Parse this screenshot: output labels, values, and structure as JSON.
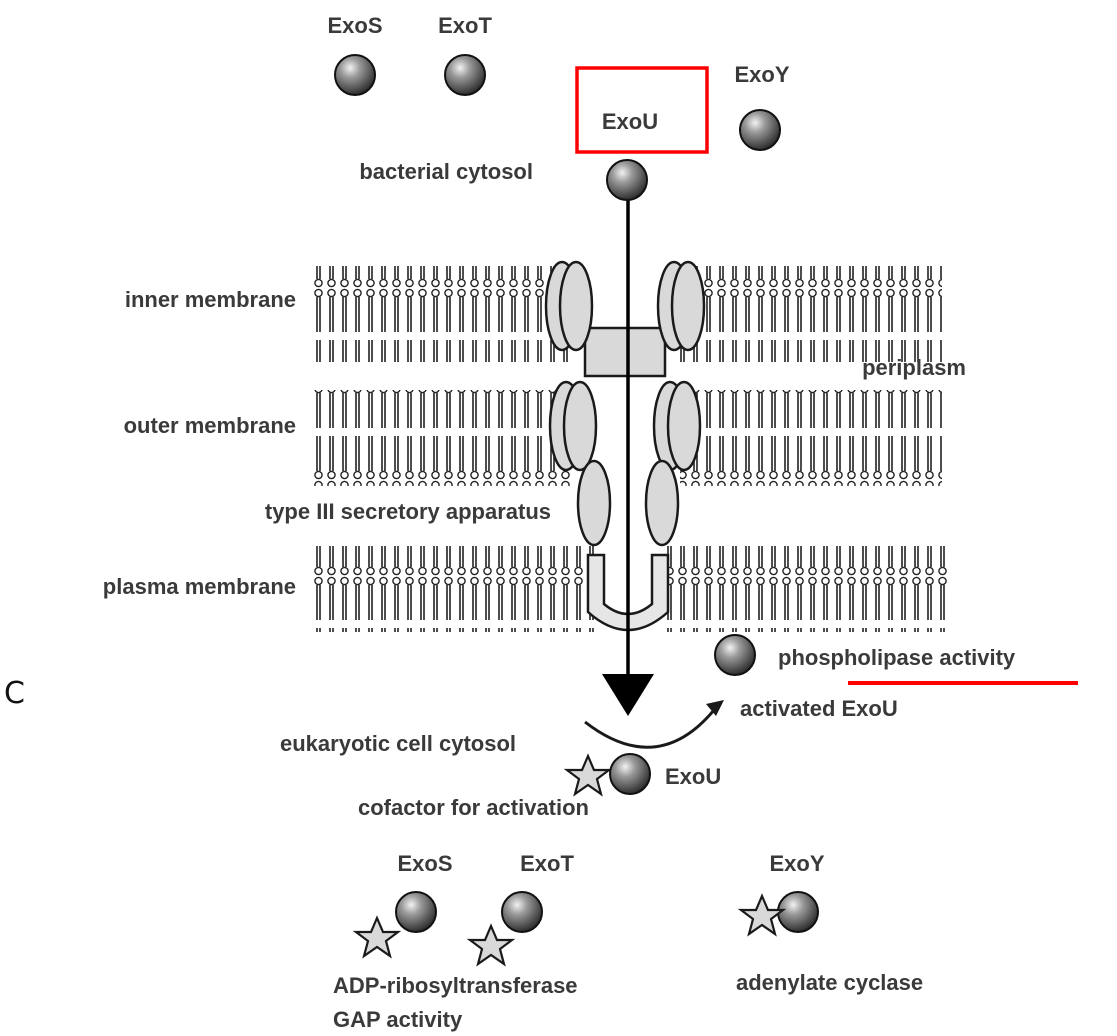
{
  "panel_letter": "C",
  "colors": {
    "highlight": "#ff0000",
    "ink": "#1a1a1a",
    "protein_fill": "#d9d9d9"
  },
  "bacterial": {
    "exos": "ExoS",
    "exot": "ExoT",
    "exoy": "ExoY",
    "exou": "ExoU",
    "cytosol": "bacterial cytosol"
  },
  "membranes": {
    "inner": "inner membrane",
    "periplasm": "periplasm",
    "outer": "outer membrane",
    "apparatus": "type III secretory apparatus",
    "plasma": "plasma membrane"
  },
  "host": {
    "phospholipase": "phospholipase activity",
    "activated": "activated ExoU",
    "cytosol": "eukaryotic cell cytosol",
    "exou": "ExoU",
    "cofactor": "cofactor for activation",
    "exos": "ExoS",
    "exot": "ExoT",
    "exoy": "ExoY",
    "adp": "ADP-ribosyltransferase",
    "gap": "GAP activity",
    "cyclase": "adenylate cyclase"
  }
}
